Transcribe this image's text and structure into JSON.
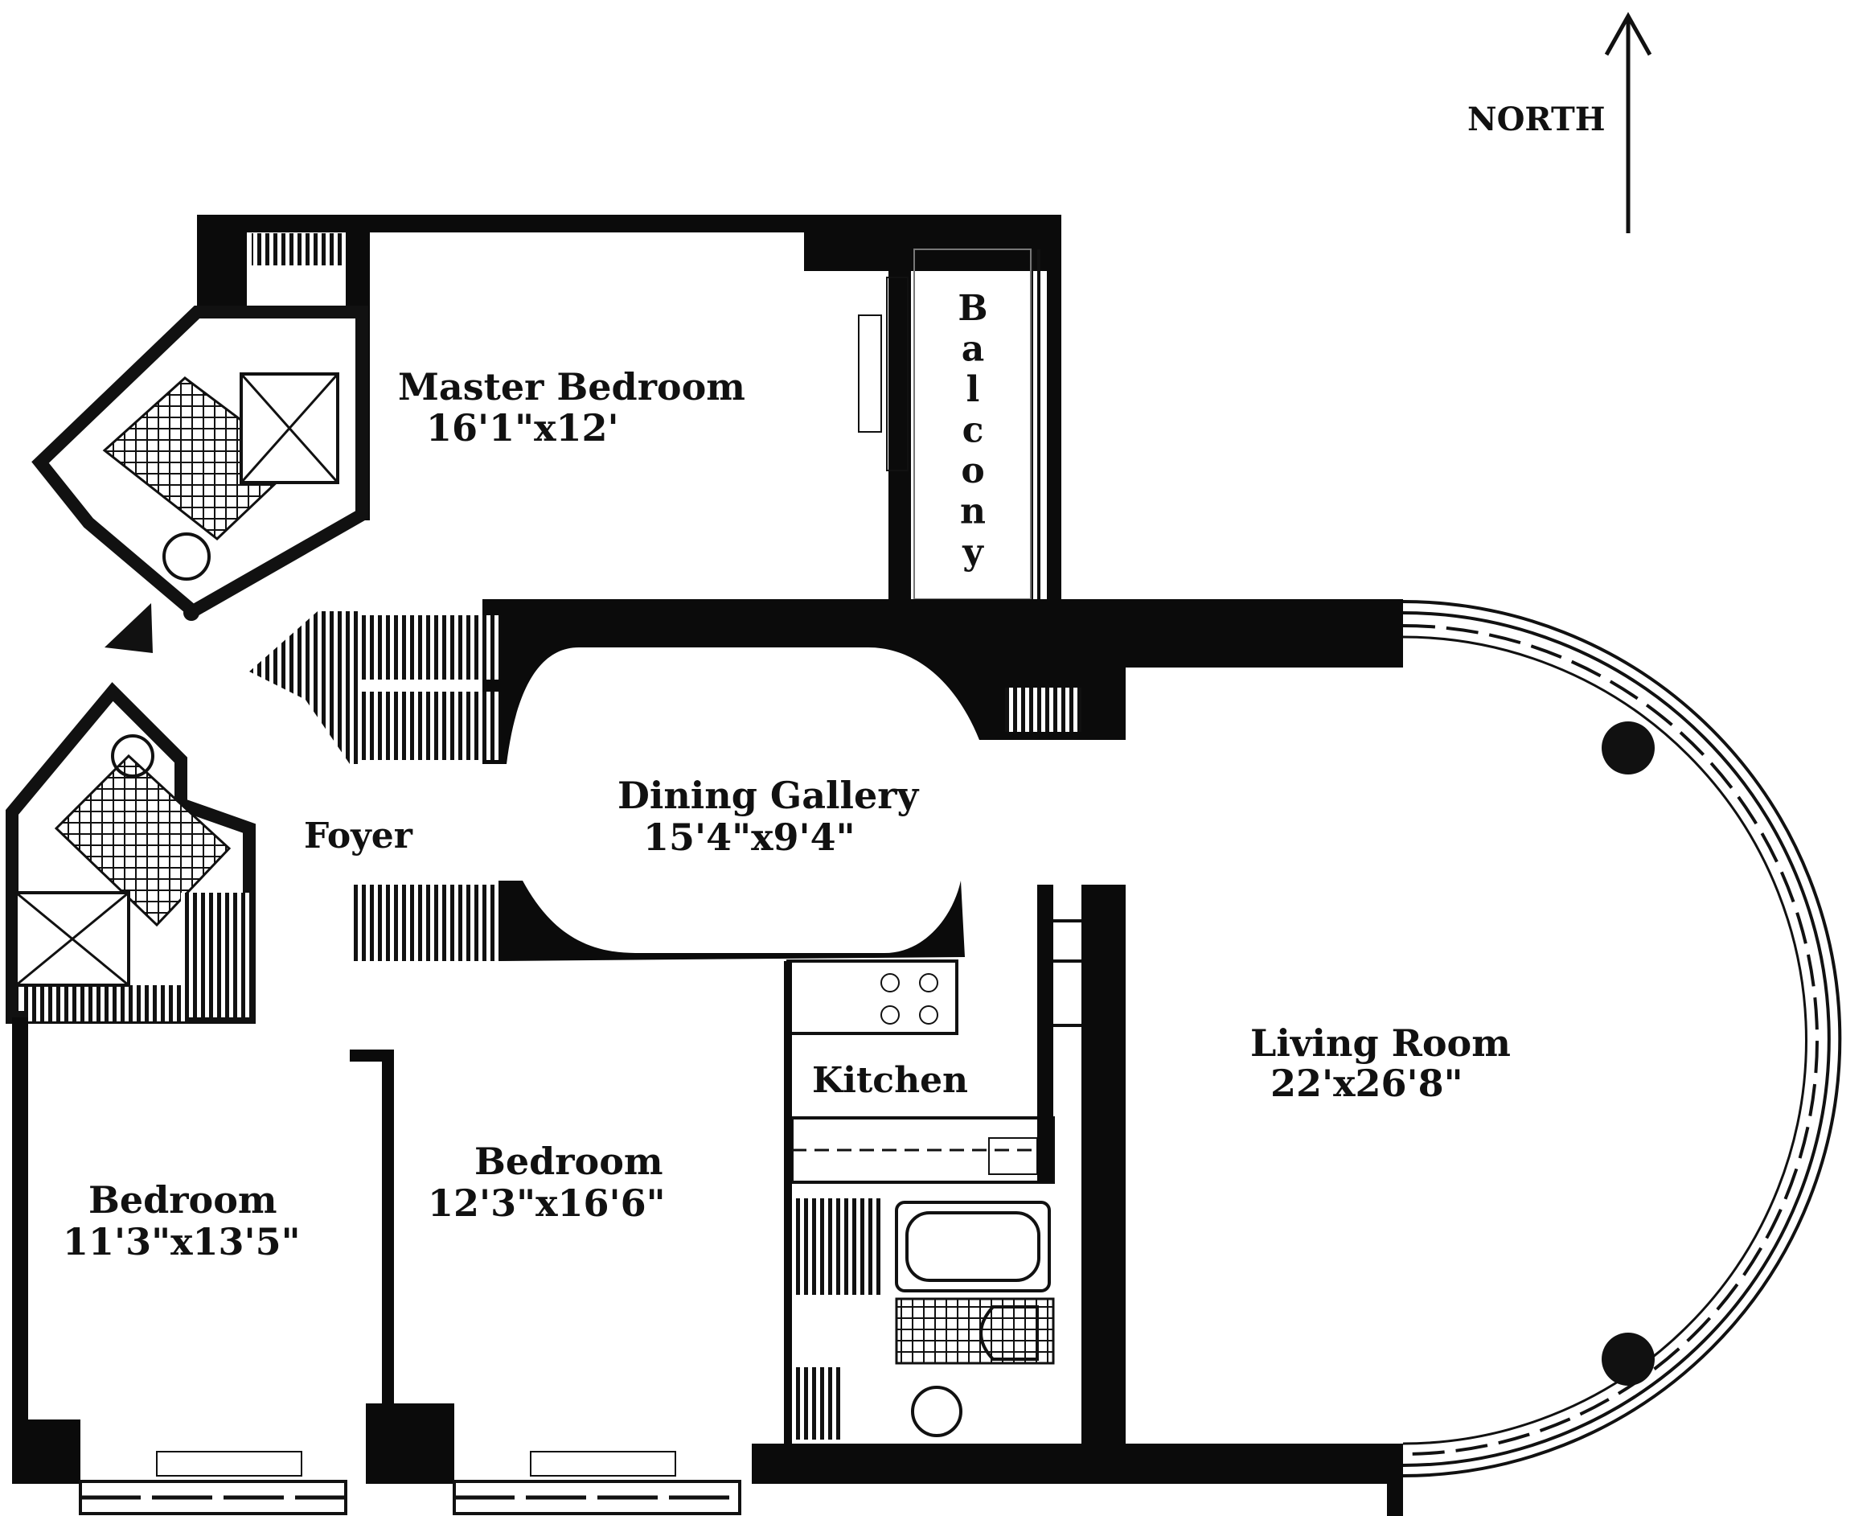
{
  "compass": {
    "label": "NORTH"
  },
  "rooms": {
    "master_bedroom": {
      "name": "Master Bedroom",
      "size": "16'1\"x12'"
    },
    "balcony": {
      "name": "Balcony",
      "letters": [
        "B",
        "a",
        "l",
        "c",
        "o",
        "n",
        "y"
      ]
    },
    "dining_gallery": {
      "name": "Dining Gallery",
      "size": "15'4\"x9'4\""
    },
    "foyer": {
      "name": "Foyer"
    },
    "kitchen": {
      "name": "Kitchen"
    },
    "living_room": {
      "name": "Living Room",
      "size": "22'x26'8\""
    },
    "bedroom_center": {
      "name": "Bedroom",
      "size": "12'3\"x16'6\""
    },
    "bedroom_left": {
      "name": "Bedroom",
      "size": "11'3\"x13'5\""
    }
  }
}
